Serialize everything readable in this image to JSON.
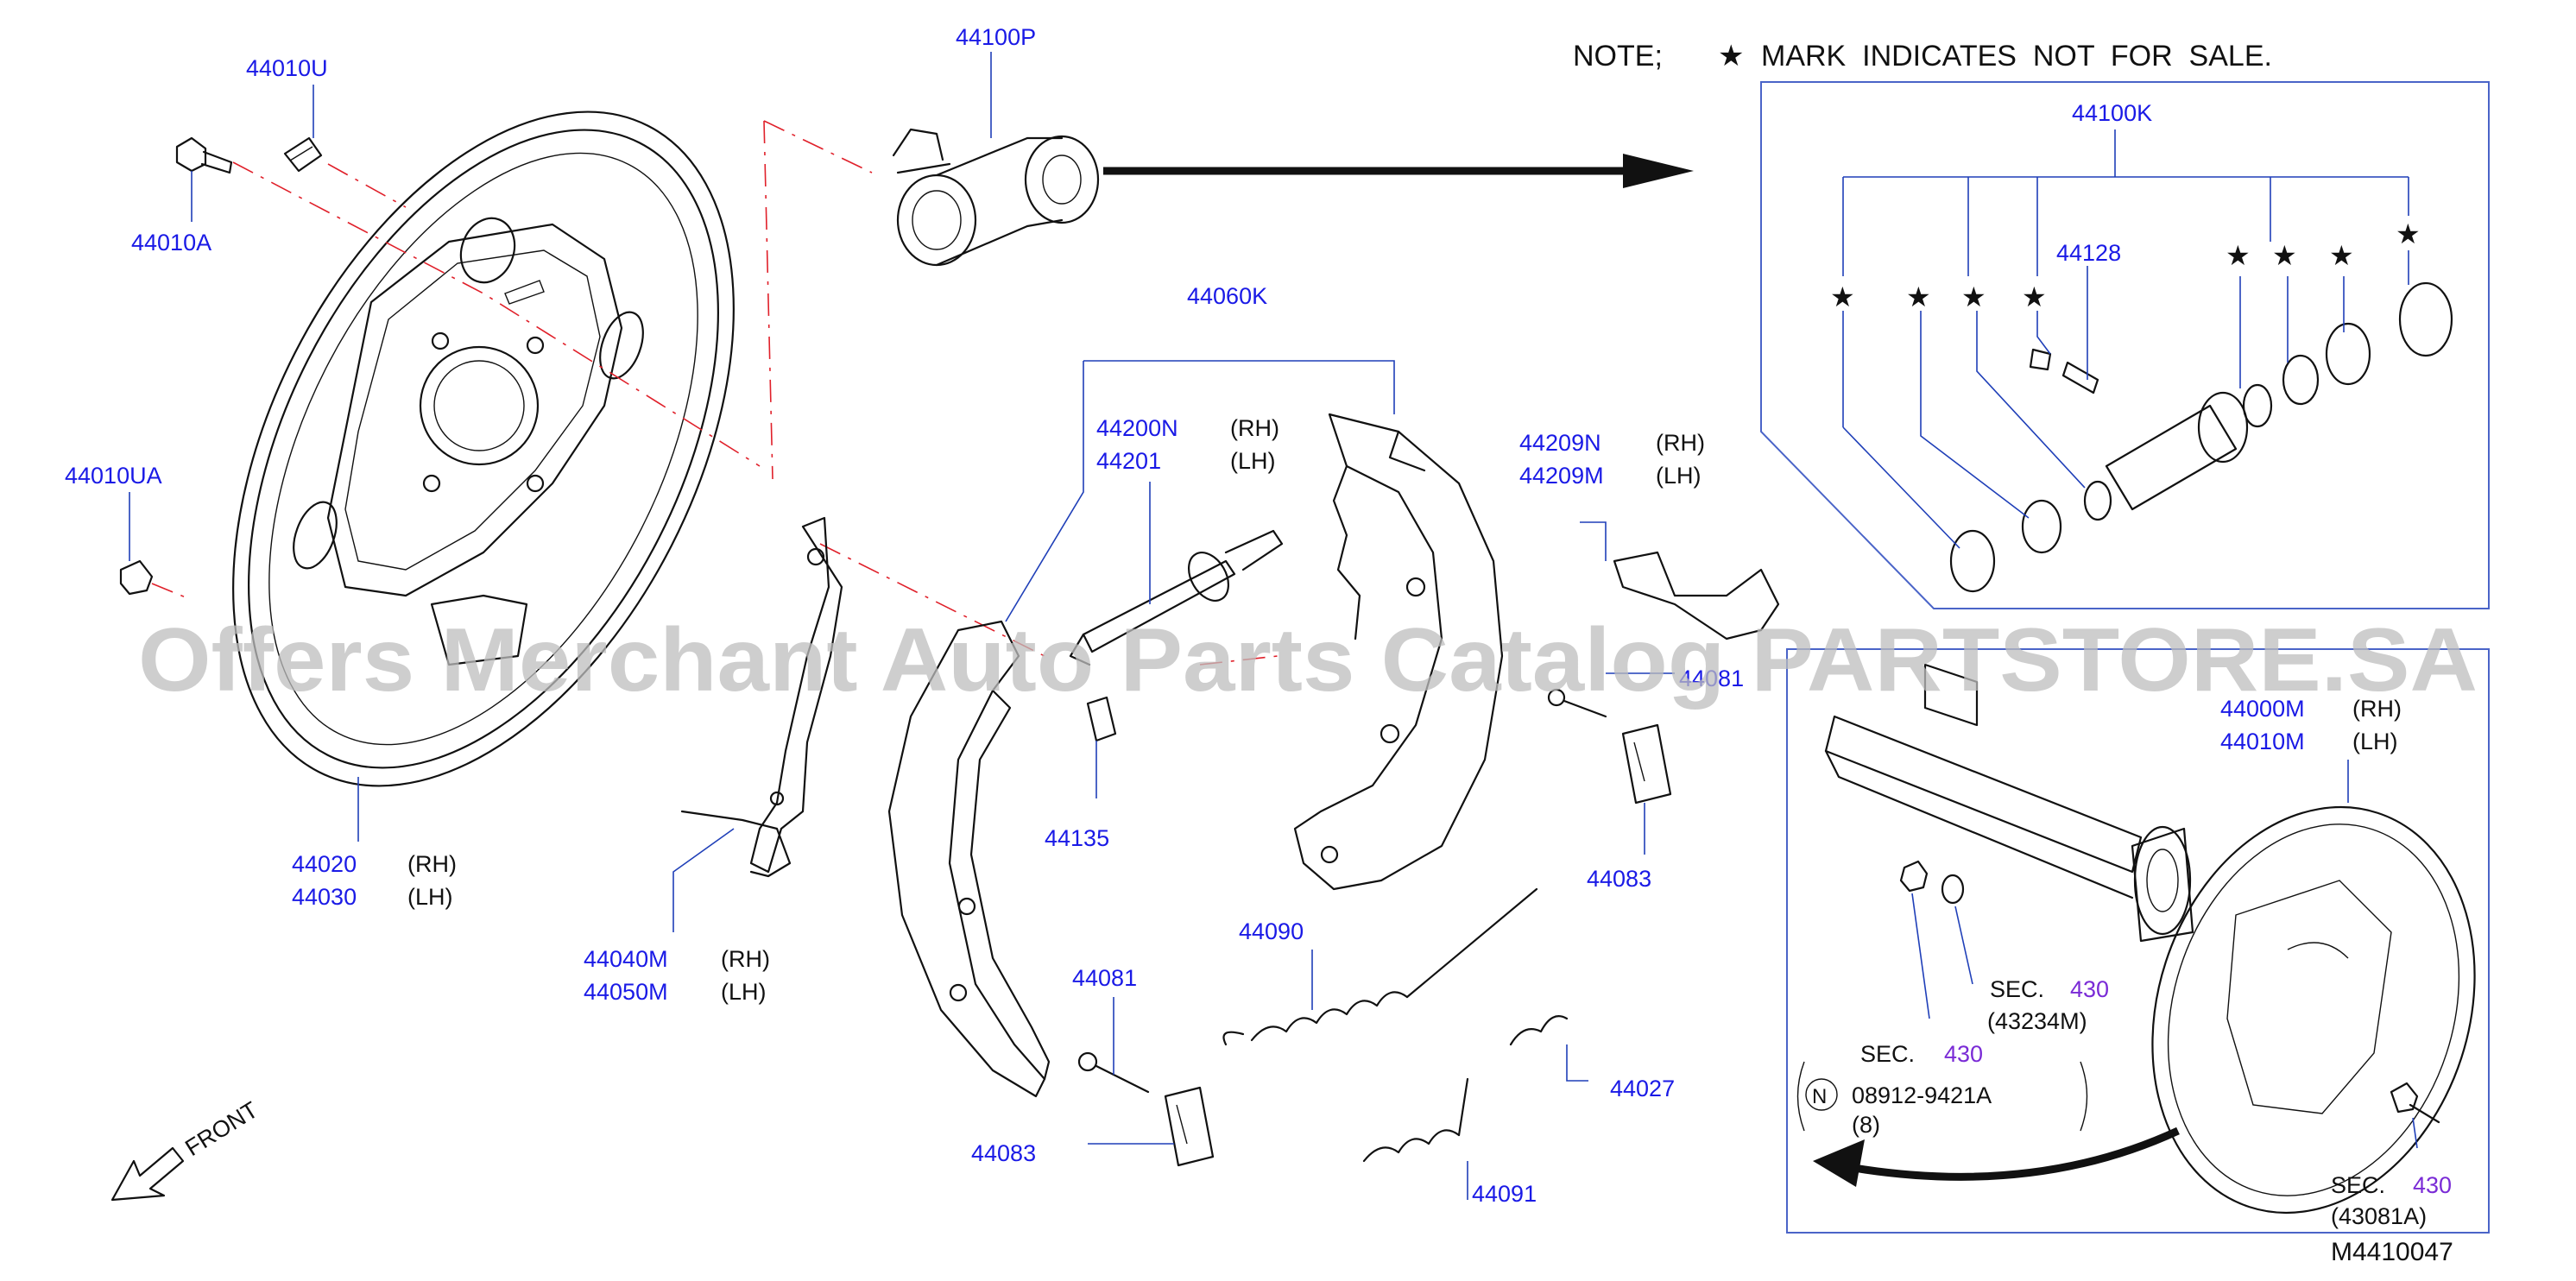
{
  "note": {
    "prefix": "NOTE;",
    "star": "★",
    "text": "MARK  INDICATES  NOT  FOR  SALE."
  },
  "watermark": "Offers Merchant Auto Parts Catalog PARTSTORE.SA",
  "diagram_code": "M4410047",
  "front_label": "FRONT",
  "star": "★",
  "labels": {
    "p44010U": "44010U",
    "p44010A": "44010A",
    "p44010UA": "44010UA",
    "p44100P": "44100P",
    "p44020": "44020",
    "p44030": "44030",
    "rh": "(RH)",
    "lh": "(LH)",
    "p44040M": "44040M",
    "p44050M": "44050M",
    "p44060K": "44060K",
    "p44200N": "44200N",
    "p44201": "44201",
    "p44135": "44135",
    "p44081a": "44081",
    "p44081b": "44081",
    "p44083a": "44083",
    "p44083b": "44083",
    "p44090": "44090",
    "p44091": "44091",
    "p44027": "44027",
    "p44209N": "44209N",
    "p44209M": "44209M",
    "p44100K": "44100K",
    "p44128": "44128",
    "p44000M": "44000M",
    "p44010M": "44010M"
  },
  "sections": {
    "sec_label": "SEC.",
    "sec_num": "430",
    "sub1": "(43234M)",
    "sub2": "(43081A)",
    "nut_symbol": "N",
    "nut_part": "08912-9421A",
    "nut_qty": "(8)"
  },
  "colors": {
    "part_number": "#1a1ae6",
    "section_number": "#7a2bd6",
    "leader_line": "#1f3fb8",
    "centerline": "#e0202a"
  }
}
